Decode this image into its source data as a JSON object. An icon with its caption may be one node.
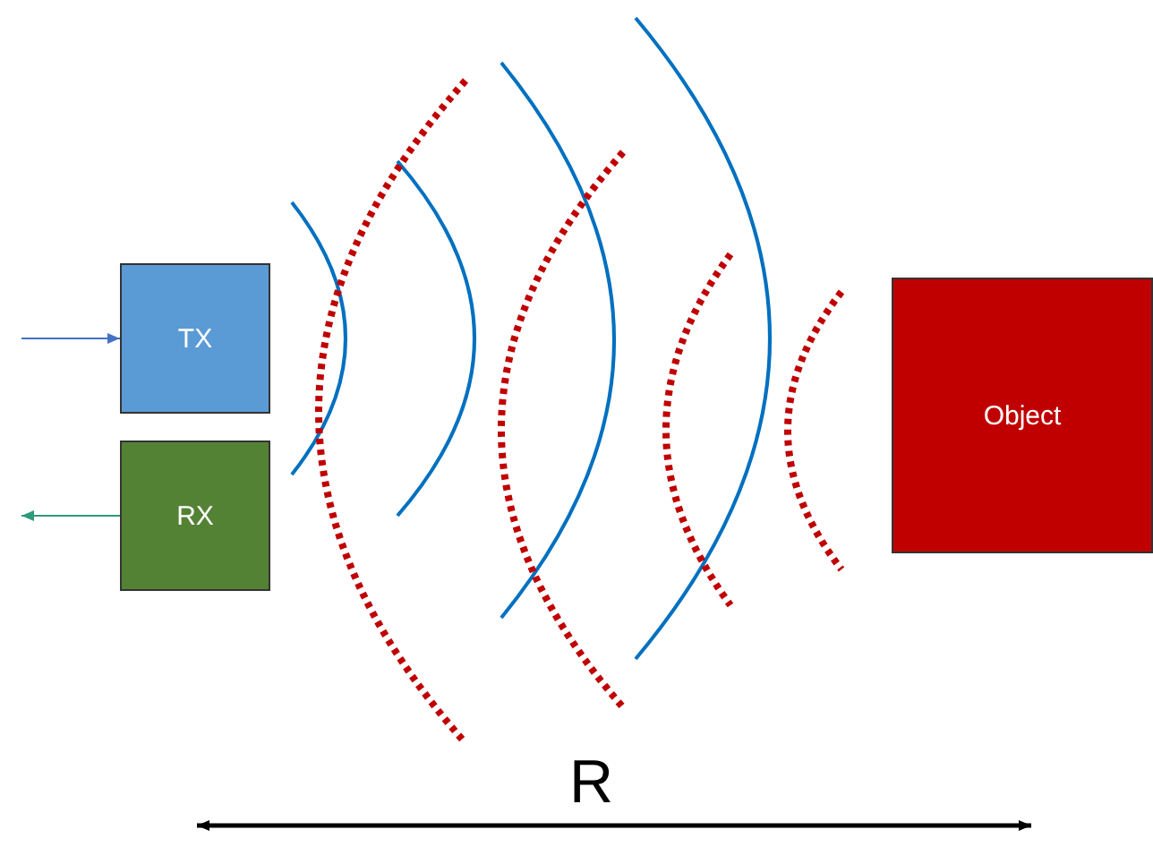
{
  "diagram": {
    "nodes": [
      {
        "text": [
          "TX"
        ]
      },
      {
        "text": [
          "RX"
        ]
      },
      {
        "text": [
          "Object"
        ]
      }
    ],
    "edges": [
      {
        "from": null,
        "to": 0,
        "arrow": "to",
        "color": "#4472c4"
      },
      {
        "from": 1,
        "to": null,
        "arrow": "to",
        "color": "#2e9a7a"
      }
    ],
    "labels": [
      "R"
    ]
  }
}
